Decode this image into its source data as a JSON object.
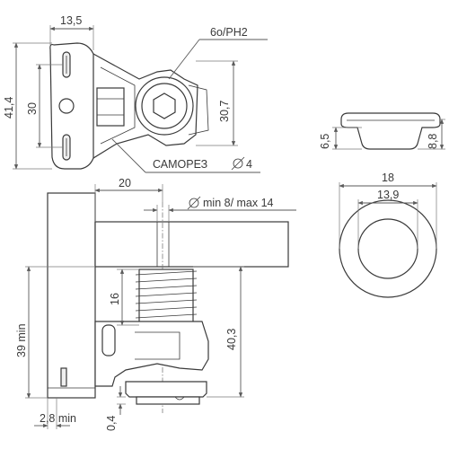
{
  "labels": {
    "d_13_5": "13,5",
    "d_6o_ph2": "6o/PH2",
    "d_41_4": "41,4",
    "d_30": "30",
    "d_30_7": "30,7",
    "d_samorez": "САМОРЕЗ",
    "d_dia4": "4",
    "d_6_5": "6,5",
    "d_8_8": "8,8",
    "d_18": "18",
    "d_13_9": "13,9",
    "d_20": "20",
    "d_min_max": "min 8/ max 14",
    "d_16": "16",
    "d_39min": "39 min",
    "d_40_3": "40,3",
    "d_2_8min": "2,8 min",
    "d_0_4": "0,4"
  },
  "colors": {
    "line": "#3a3a3a",
    "dim": "#5a5a5a",
    "fill_light": "#efefef",
    "background": "#ffffff"
  }
}
